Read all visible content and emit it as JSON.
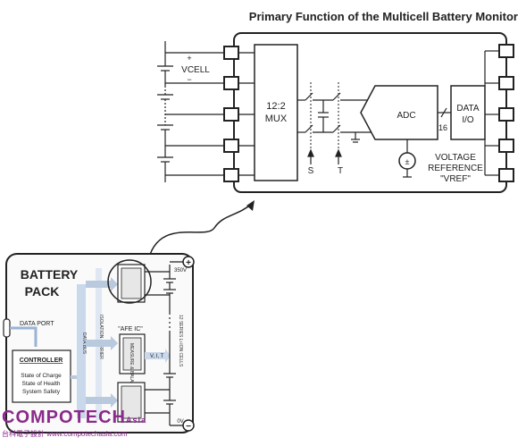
{
  "title": "Primary Function of the Multicell Battery Monitor",
  "monitor": {
    "cell_plus": "+",
    "cell_label": "VCELL",
    "cell_minus": "−",
    "mux_line1": "12:2",
    "mux_line2": "MUX",
    "switch_s": "S",
    "switch_t": "T",
    "adc": "ADC",
    "bus_width": "16",
    "data_io_line1": "DATA",
    "data_io_line2": "I/O",
    "vref_line1": "VOLTAGE",
    "vref_line2": "REFERENCE",
    "vref_line3": "\"VREF\""
  },
  "pack": {
    "title_line1": "BATTERY",
    "title_line2": "PACK",
    "data_port": "DATA PORT",
    "controller": "CONTROLLER",
    "controller_lines": [
      "State of Charge",
      "State of Health",
      "System Safety"
    ],
    "data_bus": "DATA BUS",
    "isolation_barrier": "ISOLATION BARRIER",
    "afe_ic": "\"AFE IC\"",
    "measure_balance": "MEASURE & BALANCE",
    "vt": "V, I, T",
    "series_cells": "12 SERIES Li-ION CELLS",
    "v_top": "350V",
    "v_bottom": "0V",
    "plus": "+",
    "minus": "−"
  },
  "watermark": {
    "brand": "COMPOTECH",
    "brand_suffix": "Asia",
    "line": "台科電子設計 www.compotechasia.com"
  }
}
